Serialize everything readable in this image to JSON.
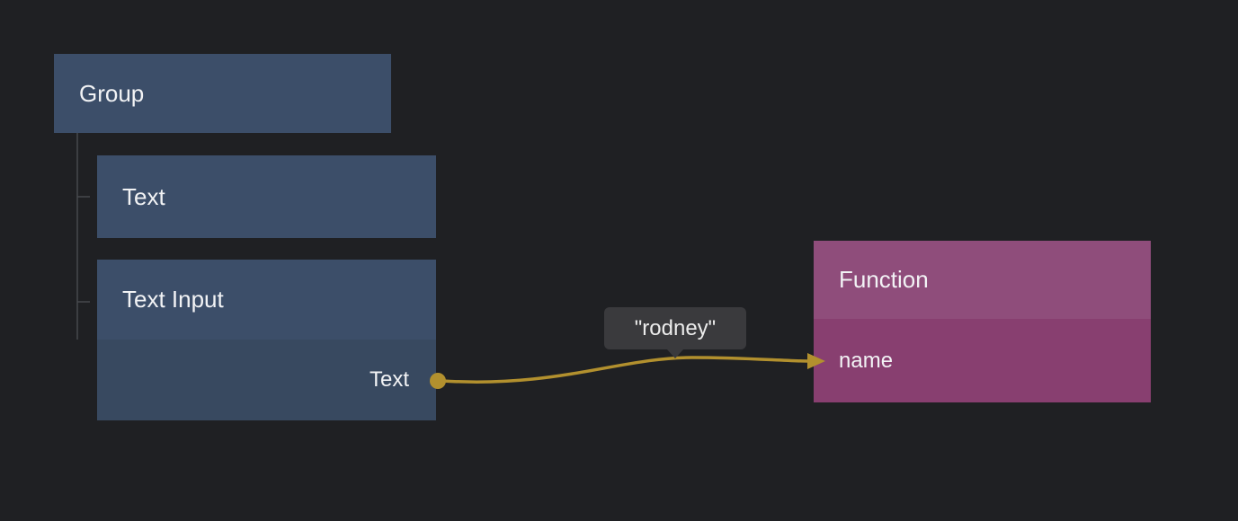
{
  "canvas": {
    "background": "#1f2023"
  },
  "nodes": {
    "group": {
      "label": "Group"
    },
    "text": {
      "label": "Text"
    },
    "text_input": {
      "label": "Text Input",
      "output_port_label": "Text"
    },
    "function": {
      "label": "Function",
      "input_port_label": "name"
    }
  },
  "connection": {
    "from": "Text Input / Text",
    "to": "Function / name",
    "value_tooltip": "\"rodney\"",
    "wire_color": "#b2902e"
  },
  "colors": {
    "node_blue_header": "#3c4e69",
    "node_blue_body": "#384960",
    "node_purple_header": "#8f4d7b",
    "node_purple_body": "#883f70",
    "wire": "#b2902e",
    "tooltip_bg": "#3a3a3d",
    "tree_line": "#46484d"
  }
}
